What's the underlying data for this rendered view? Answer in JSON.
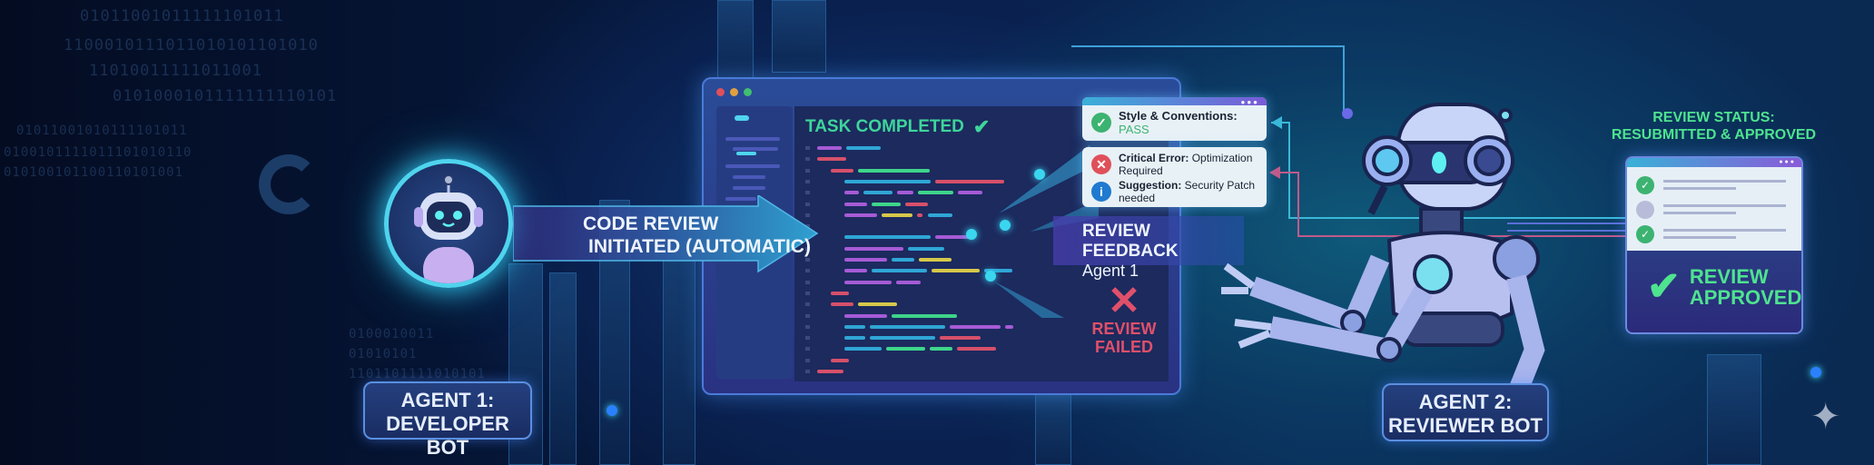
{
  "background": {
    "binary_lines": [
      "01011001011111101011",
      "1100010111011010101101010",
      "11010011111011001",
      "0101000101111111110101",
      "01011001010111101011",
      "0100101111011101010110",
      "010100101100110101001",
      "0100010011",
      "01010101",
      "1101101111010101"
    ]
  },
  "agent1": {
    "label_line1": "AGENT 1:",
    "label_line2": "DEVELOPER BOT",
    "icon": "robot-avatar-icon"
  },
  "flow_arrow": {
    "line1": "CODE REVIEW",
    "line2": "INITIATED (AUTOMATIC)"
  },
  "monitor": {
    "task_status": "TASK COMPLETED",
    "task_icon": "check-icon"
  },
  "feedback": {
    "items": [
      {
        "title": "Style & Conventions:",
        "value": "PASS",
        "icon": "check-circle-icon",
        "color": "#3cb371"
      },
      {
        "title": "Critical Error:",
        "value": "Optimization Required",
        "icon": "x-circle-icon",
        "color": "#e0505a"
      },
      {
        "title": "Suggestion:",
        "value": "Security Patch needed",
        "icon": "info-circle-icon",
        "color": "#1f7ad0"
      }
    ],
    "banner_title": "REVIEW FEEDBACK",
    "banner_sub": "Agent 1"
  },
  "review_failed": {
    "line1": "REVIEW",
    "line2": "FAILED",
    "color": "#e0506a"
  },
  "agent2": {
    "label_line1": "AGENT 2:",
    "label_line2": "REVIEWER BOT"
  },
  "review_status": {
    "heading_line1": "REVIEW STATUS:",
    "heading_line2": "RESUBMITTED & APPROVED",
    "approved_line1": "REVIEW",
    "approved_line2": "APPROVED",
    "color": "#4ee38f"
  }
}
